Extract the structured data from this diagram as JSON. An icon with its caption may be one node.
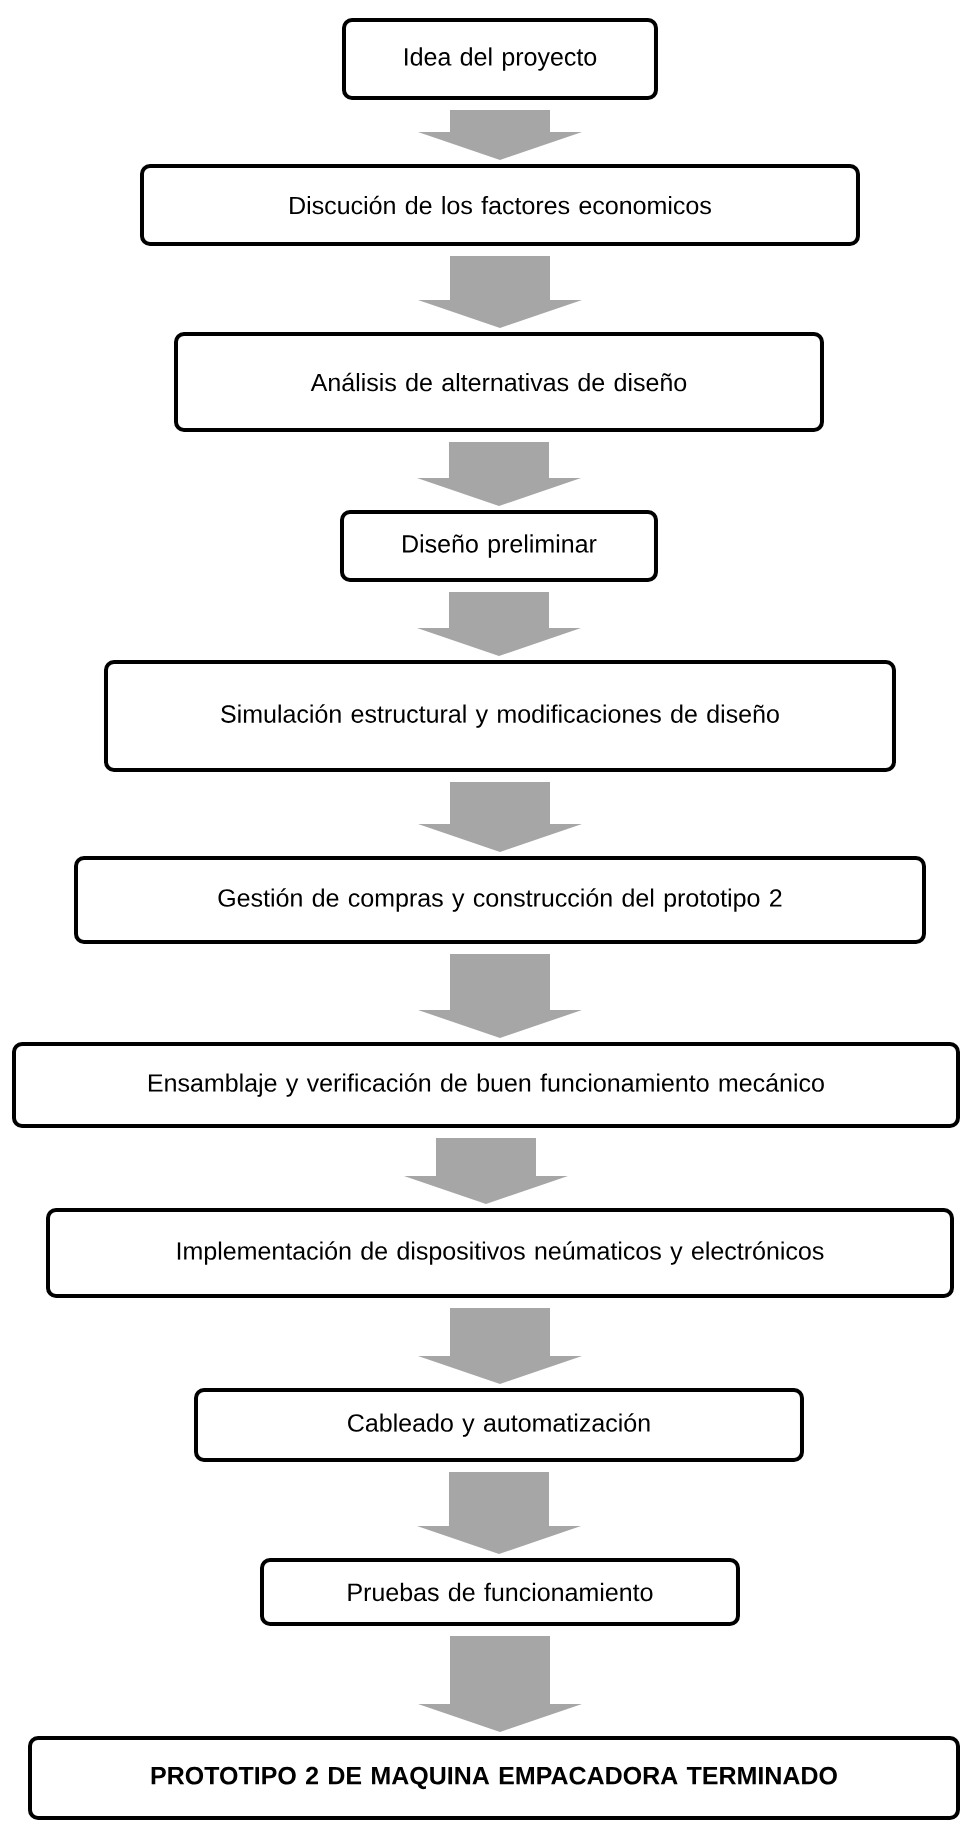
{
  "diagram": {
    "nodes": [
      {
        "text": [
          "Idea del proyecto"
        ]
      },
      {
        "text": [
          "Discución de los factores economicos"
        ]
      },
      {
        "text": [
          "Análisis de alternativas de diseño"
        ]
      },
      {
        "text": [
          "Diseño preliminar"
        ]
      },
      {
        "text": [
          "Simulación estructural y modificaciones de diseño"
        ]
      },
      {
        "text": [
          "Gestión de compras y construcción del prototipo 2"
        ]
      },
      {
        "text": [
          "Ensamblaje y verificación de buen funcionamiento mecánico"
        ]
      },
      {
        "text": [
          "Implementación de dispositivos neúmaticos y electrónicos"
        ]
      },
      {
        "text": [
          "Cableado y automatización"
        ]
      },
      {
        "text": [
          "Pruebas de funcionamiento"
        ]
      },
      {
        "text": [
          "PROTOTIPO 2 DE MAQUINA EMPACADORA TERMINADO"
        ]
      }
    ],
    "edges": [
      {
        "from": 0,
        "to": 1,
        "arrow": "to"
      },
      {
        "from": 1,
        "to": 2,
        "arrow": "to"
      },
      {
        "from": 2,
        "to": 3,
        "arrow": "to"
      },
      {
        "from": 3,
        "to": 4,
        "arrow": "to"
      },
      {
        "from": 4,
        "to": 5,
        "arrow": "to"
      },
      {
        "from": 5,
        "to": 6,
        "arrow": "to"
      },
      {
        "from": 6,
        "to": 7,
        "arrow": "to"
      },
      {
        "from": 7,
        "to": 8,
        "arrow": "to"
      },
      {
        "from": 8,
        "to": 9,
        "arrow": "to"
      },
      {
        "from": 9,
        "to": 10,
        "arrow": "to"
      }
    ]
  }
}
